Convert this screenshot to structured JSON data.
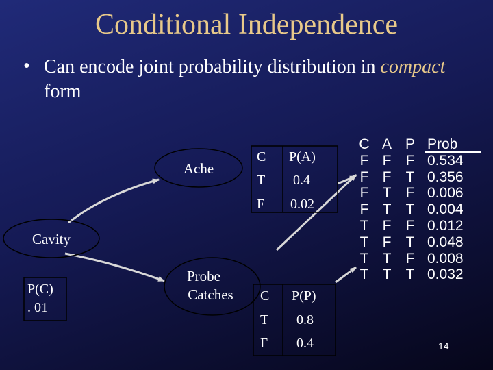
{
  "title": "Conditional Independence",
  "bullet": {
    "text_before": "Can encode joint probability distribution in ",
    "emphasis": "compact",
    "text_after": " form"
  },
  "nodes": {
    "ache": "Ache",
    "cavity": "Cavity",
    "probe_line1": "Probe",
    "probe_line2": "Catches"
  },
  "prior_cavity": {
    "header": "P(C)",
    "value": ". 01"
  },
  "cpt_ache": {
    "col1_header": "C",
    "col2_header": "P(A)",
    "rows": [
      {
        "c": "T",
        "p": "0.4"
      },
      {
        "c": "F",
        "p": "0.02"
      }
    ]
  },
  "cpt_probe": {
    "col1_header": "C",
    "col2_header": "P(P)",
    "rows": [
      {
        "c": "T",
        "p": "0.8"
      },
      {
        "c": "F",
        "p": "0.4"
      }
    ]
  },
  "joint_table": {
    "headers": [
      "C",
      "A",
      "P",
      "Prob"
    ],
    "rows": [
      [
        "F",
        "F",
        "F",
        "0.534"
      ],
      [
        "F",
        "F",
        "T",
        "0.356"
      ],
      [
        "F",
        "T",
        "F",
        "0.006"
      ],
      [
        "F",
        "T",
        "T",
        "0.004"
      ],
      [
        "T",
        "F",
        "F",
        "0.012"
      ],
      [
        "T",
        "F",
        "T",
        "0.048"
      ],
      [
        "T",
        "T",
        "F",
        "0.008"
      ],
      [
        "T",
        "T",
        "T",
        "0.032"
      ]
    ]
  },
  "page_number": "14",
  "colors": {
    "title": "#e8c98a",
    "text": "#ffffff",
    "background": "#1a2060"
  }
}
